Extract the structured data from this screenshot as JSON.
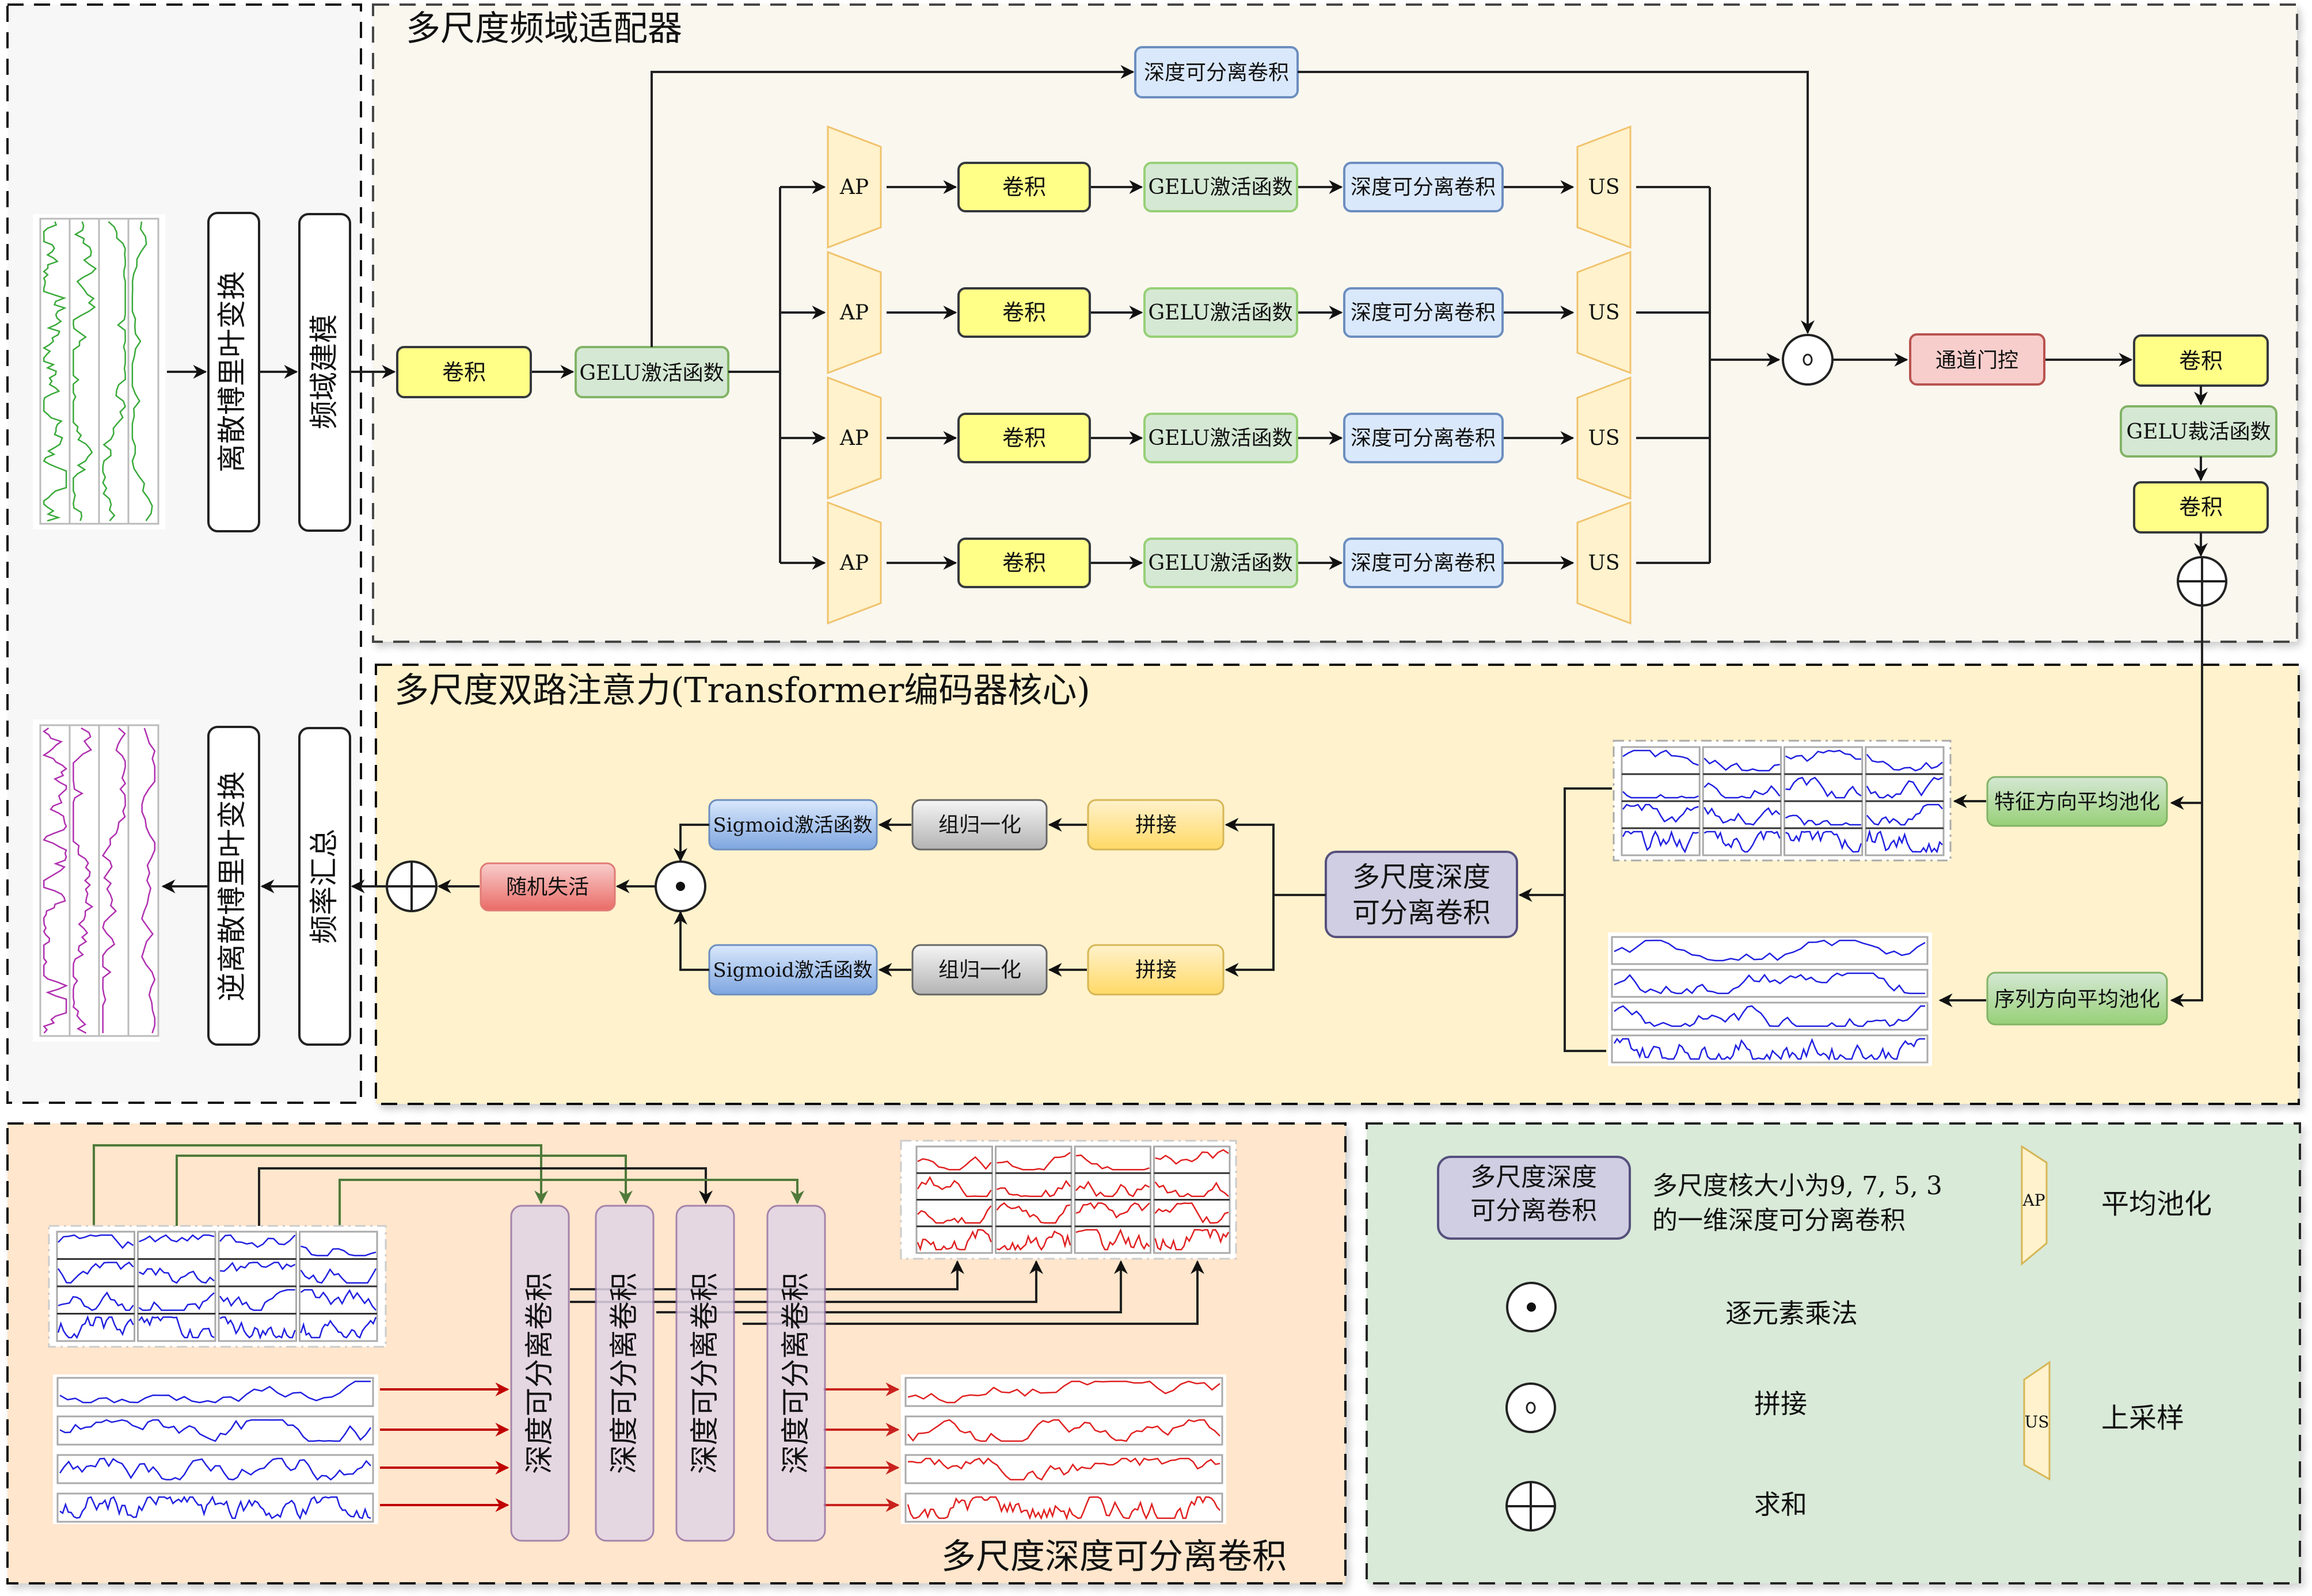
{
  "panels": {
    "input": {
      "label": ""
    },
    "adapter": {
      "title": "多尺度频域适配器"
    },
    "attention": {
      "title": "多尺度双路注意力(Transformer编码器核心)"
    },
    "msdsc": {
      "title": "多尺度深度可分离卷积"
    },
    "legend": {
      "title": ""
    }
  },
  "input_stage": {
    "dft": "离散博里叶变换",
    "freq_model": "频域建模",
    "idft": "逆离散博里叶变换",
    "freq_sum": "频率汇总"
  },
  "adapter": {
    "conv_in": "卷积",
    "gelu_in": "GELU激活函数",
    "top_dsc": "深度可分离卷积",
    "branches": [
      {
        "ap": "AP",
        "conv": "卷积",
        "gelu": "GELU激活函数",
        "dsc": "深度可分离卷积",
        "us": "US"
      },
      {
        "ap": "AP",
        "conv": "卷积",
        "gelu": "GELU激活函数",
        "dsc": "深度可分离卷积",
        "us": "US"
      },
      {
        "ap": "AP",
        "conv": "卷积",
        "gelu": "GELU激活函数",
        "dsc": "深度可分离卷积",
        "us": "US"
      },
      {
        "ap": "AP",
        "conv": "卷积",
        "gelu": "GELU激活函数",
        "dsc": "深度可分离卷积",
        "us": "US"
      }
    ],
    "concat_symbol": "○",
    "channel_gate": "通道门控",
    "conv_out1": "卷积",
    "gelu_out": "GELU裁活函数",
    "conv_out2": "卷积"
  },
  "attention": {
    "feature_pool": "特征方向平均池化",
    "sequence_pool": "序列方向平均池化",
    "msdsc_line1": "多尺度深度",
    "msdsc_line2": "可分离卷积",
    "upper": {
      "concat": "拼接",
      "norm": "组归一化",
      "sigmoid": "Sigmoid激活函数"
    },
    "lower": {
      "concat": "拼接",
      "norm": "组归一化",
      "sigmoid": "Sigmoid激活函数"
    },
    "dropout": "随机失活"
  },
  "msdsc": {
    "columns": [
      "深度可分离卷积",
      "深度可分离卷积",
      "深度可分离卷积",
      "深度可分离卷积"
    ]
  },
  "legend": {
    "msdsc_box_line1": "多尺度深度",
    "msdsc_box_line2": "可分离卷积",
    "msdsc_desc_line1": "多尺度核大小为9, 7, 5, 3",
    "msdsc_desc_line2": "的一维深度可分离卷积",
    "ap_symbol": "AP",
    "ap_desc": "平均池化",
    "us_symbol": "US",
    "us_desc": "上采样",
    "mul_desc": "逐元素乘法",
    "concat_desc": "拼接",
    "sum_desc": "求和"
  },
  "colors": {
    "conv": "#ffff88",
    "gelu": "#d5e8d4",
    "dsc": "#dae8fc",
    "trapezoid": "#fff2cc",
    "gate": "#f8cecc",
    "msdsc": "#d0cee2",
    "signal_green": "#3aaa3a",
    "signal_purple": "#b030b0",
    "signal_blue": "#2020e0",
    "signal_red": "#e02020"
  }
}
